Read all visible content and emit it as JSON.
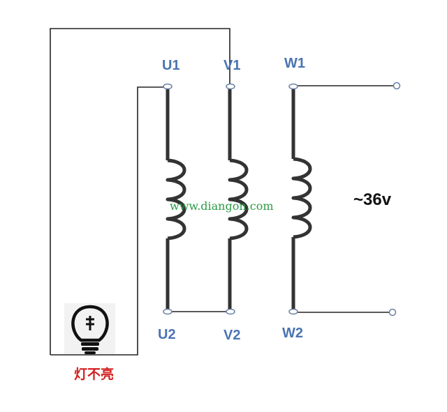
{
  "terminals": {
    "u1": "U1",
    "v1": "V1",
    "w1": "W1",
    "u2": "U2",
    "v2": "V2",
    "w2": "W2"
  },
  "supply": {
    "voltage": "~36v"
  },
  "lamp": {
    "status_label": "灯不亮",
    "icon": "light-bulb-icon"
  },
  "watermark": "www.diangon.com",
  "colors": {
    "terminal_label": "#4a73b3",
    "lamp_label": "#d42020",
    "watermark": "#2b9b46",
    "wire": "#222222"
  }
}
